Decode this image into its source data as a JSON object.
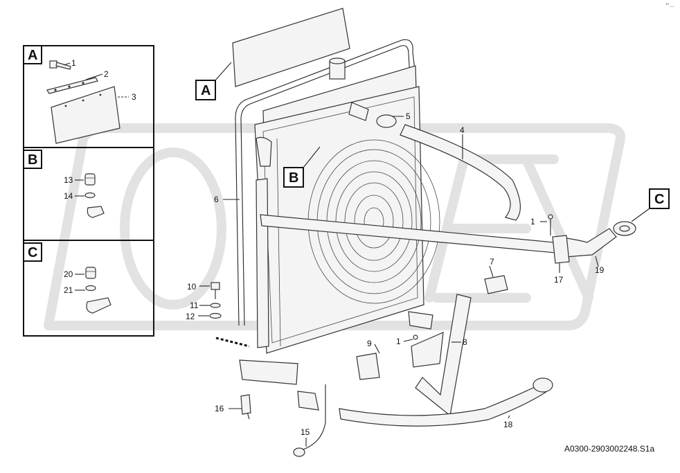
{
  "callouts": {
    "A": "A",
    "B": "B",
    "C": "C"
  },
  "panels": [
    {
      "letter": "A",
      "parts": [
        "1",
        "2",
        "3"
      ]
    },
    {
      "letter": "B",
      "parts": [
        "13",
        "14"
      ]
    },
    {
      "letter": "C",
      "parts": [
        "20",
        "21"
      ]
    }
  ],
  "part_labels": {
    "p1": "1",
    "p1b": "1",
    "p4": "4",
    "p5": "5",
    "p6": "6",
    "p7": "7",
    "p8": "8",
    "p9": "9",
    "p10": "10",
    "p11": "11",
    "p12": "12",
    "p15": "15",
    "p16": "16",
    "p17": "17",
    "p18": "18",
    "p19": "19"
  },
  "drawing_number": "A0300-2903002248.S1a",
  "corner_mark": "\"' ..."
}
